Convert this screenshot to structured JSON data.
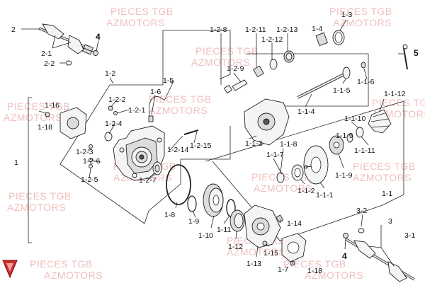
{
  "watermark": {
    "line1": "PIECES TGB",
    "line2": "AZMOTORS"
  },
  "labels": {
    "l_2": "2",
    "l_2_1": "2-1",
    "l_2_2": "2-2",
    "l_4a": "4",
    "l_1_2": "1-2",
    "l_1_5": "1-5",
    "l_1_6": "1-6",
    "l_1_2_2": "1-2-2",
    "l_1_2_1": "1-2-1",
    "l_1_16": "1-16",
    "l_1_18a": "1-18",
    "l_1": "1",
    "l_1_2_4": "1-2-4",
    "l_1_2_3": "1-2-3",
    "l_1_2_6": "1-2-6",
    "l_1_2_5": "1-2-5",
    "l_1_2_7": "1-2-7",
    "l_1_2_14": "1-2-14",
    "l_1_2_15": "1-2-15",
    "l_1_2_8": "1-2-8",
    "l_1_2_11": "1-2-11",
    "l_1_2_13": "1-2-13",
    "l_1_2_12": "1-2-12",
    "l_1_2_9": "1-2-9",
    "l_1_3": "1-3",
    "l_1_4": "1-4",
    "l_5": "5",
    "l_1_1_5": "1-1-5",
    "l_1_1_6": "1-1-6",
    "l_1_1_12": "1-1-12",
    "l_1_1_4": "1-1-4",
    "l_1_1_3": "1-1-3",
    "l_1_1_10": "1-1-10",
    "l_1_1_9_top": "1-1-9",
    "l_1_1_11": "1-1-11",
    "l_1_1_8": "1-1-8",
    "l_1_1_7": "1-1-7",
    "l_1_1_2": "1-1-2",
    "l_1_1_1": "1-1-1",
    "l_1_1_9": "1-1-9",
    "l_1_1": "1-1",
    "l_1_8": "1-8",
    "l_1_9": "1-9",
    "l_1_10": "1-10",
    "l_1_11": "1-11",
    "l_1_12": "1-12",
    "l_1_13": "1-13",
    "l_1_14": "1-14",
    "l_1_15": "1-15",
    "l_1_7": "1-7",
    "l_1_18b": "1-18",
    "l_3_2": "3-2",
    "l_3": "3",
    "l_3_1": "3-1",
    "l_4b": "4"
  }
}
